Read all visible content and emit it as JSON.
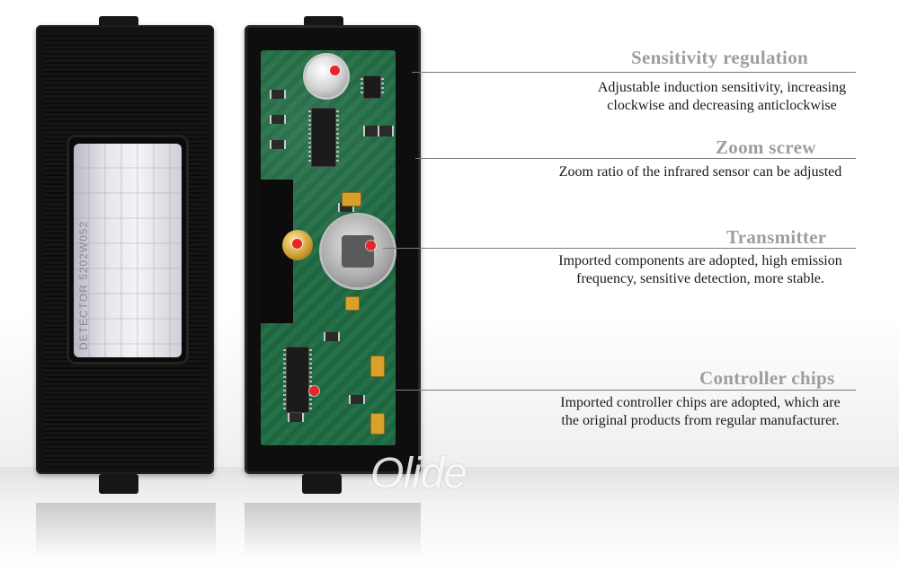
{
  "annotations": [
    {
      "heading": "Sensitivity regulation",
      "desc_lines": [
        "Adjustable induction sensitivity, increasing",
        "clockwise and decreasing anticlockwise"
      ]
    },
    {
      "heading": "Zoom screw",
      "desc_lines": [
        "Zoom ratio of the infrared sensor can be adjusted"
      ]
    },
    {
      "heading": "Transmitter",
      "desc_lines": [
        "Imported components are adopted, high emission",
        "frequency, sensitive detection, more stable."
      ]
    },
    {
      "heading": "Controller chips",
      "desc_lines": [
        "Imported controller chips are adopted, which are",
        "the original products from regular manufacturer."
      ]
    }
  ],
  "lens_marking": "DETECTOR 5202W052",
  "watermark": "Olide",
  "colors": {
    "heading": "#9d9d9d",
    "description": "#1a1a1a",
    "pcb": "#1f6b43",
    "marker": "#e8262a",
    "housing": "#121212"
  }
}
